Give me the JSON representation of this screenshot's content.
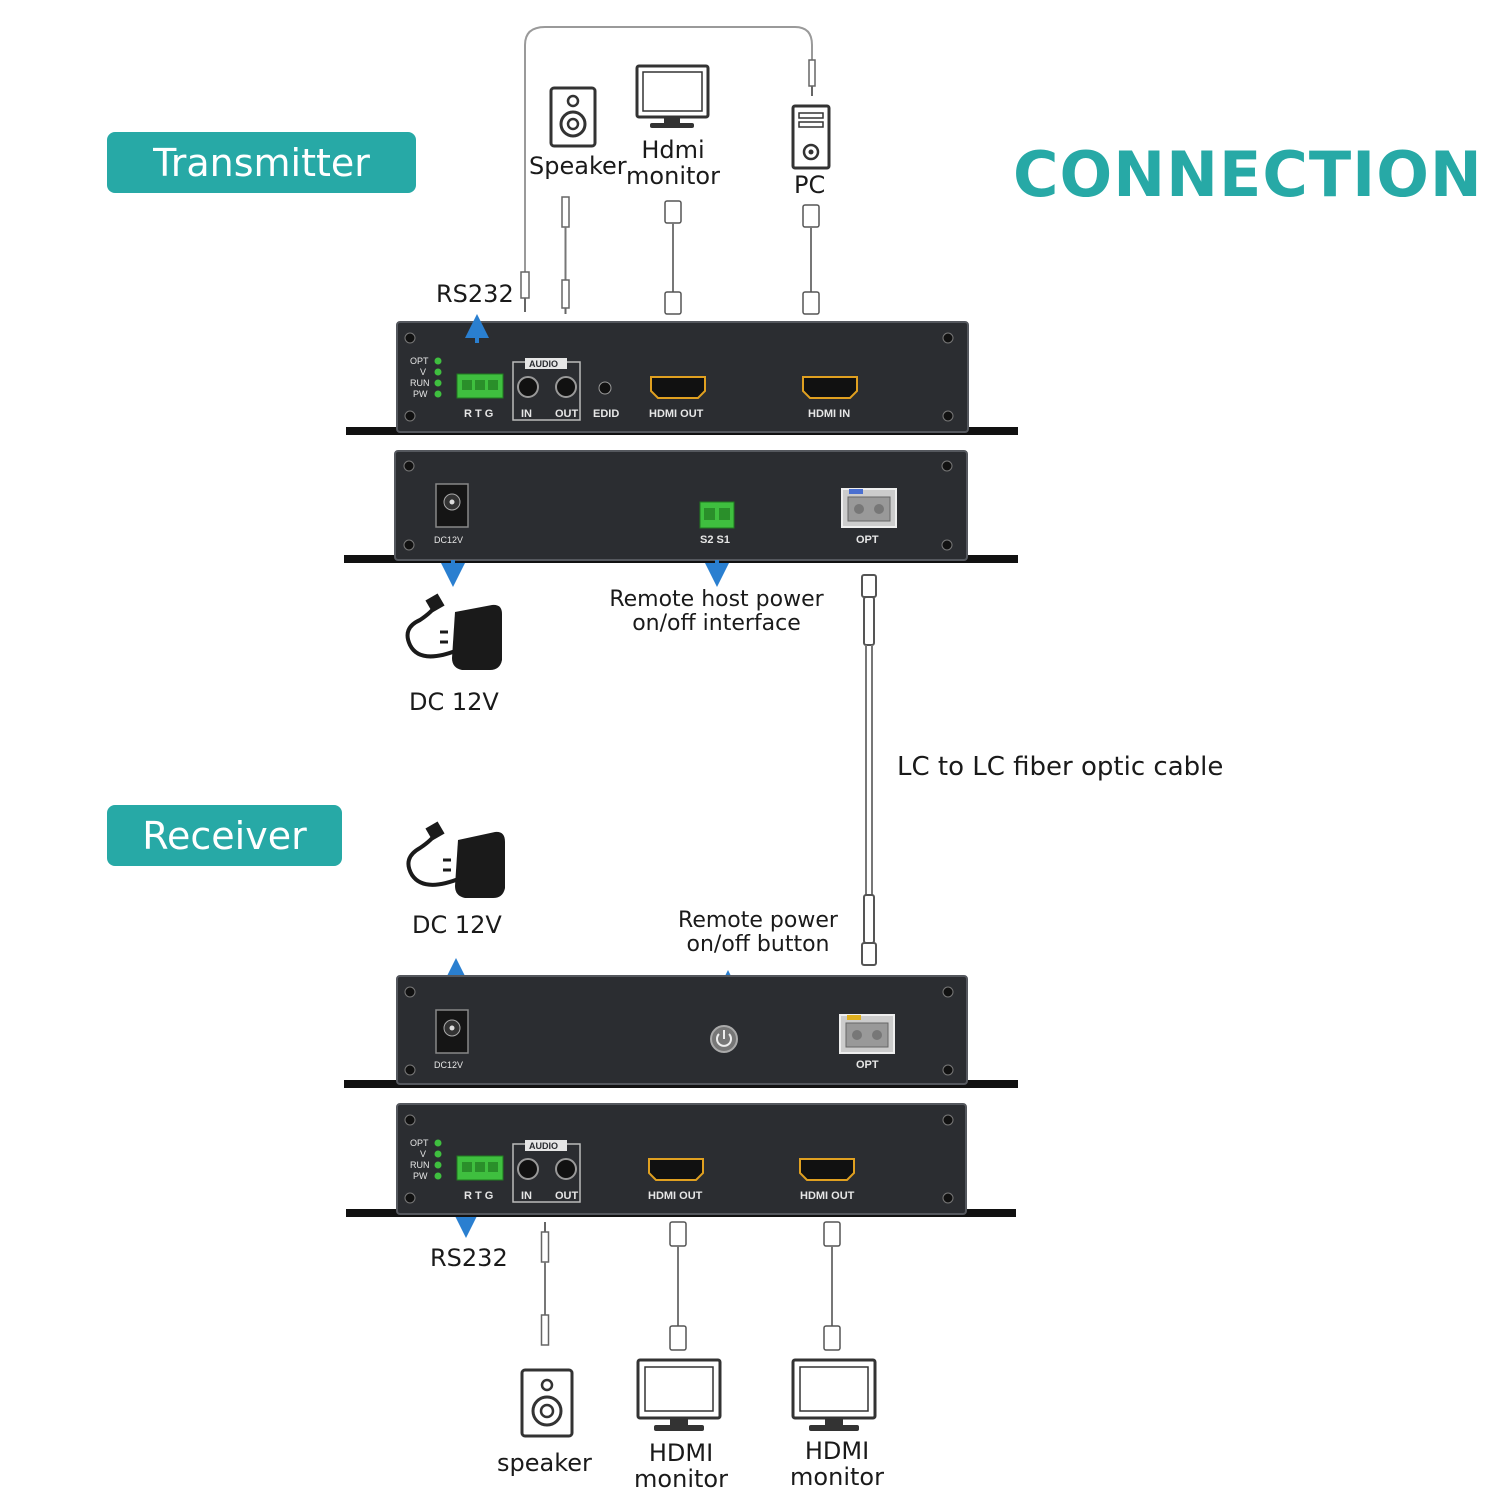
{
  "title": "CONNECTION",
  "sections": {
    "transmitter": "Transmitter",
    "receiver": "Receiver"
  },
  "colors": {
    "accent": "#27a9a6",
    "arrow": "#2a7fd0",
    "panel": "#2b2d31",
    "port_green": "#3fbf3f"
  },
  "transmitter": {
    "devices": {
      "speaker": "Speaker",
      "hdmi_monitor": "Hdmi\nmonitor",
      "pc": "PC"
    },
    "rs232": "RS232",
    "front_panel": {
      "leds": [
        "OPT",
        "V",
        "RUN",
        "PW"
      ],
      "terminal": "R T G",
      "audio": "AUDIO",
      "audio_in": "IN",
      "audio_out": "OUT",
      "edid": "EDID",
      "hdmi_out": "HDMI OUT",
      "hdmi_in": "HDMI IN"
    },
    "back_panel": {
      "dc": "DC12V",
      "terminal": "S2  S1",
      "opt": "OPT"
    },
    "power": "DC 12V",
    "remote_interface": "Remote host power\non/off interface"
  },
  "fiber_label": "LC to LC fiber optic cable",
  "receiver": {
    "power": "DC 12V",
    "remote_button": "Remote power\non/off button",
    "back_panel": {
      "dc": "DC12V",
      "opt": "OPT"
    },
    "front_panel": {
      "leds": [
        "OPT",
        "V",
        "RUN",
        "PW"
      ],
      "terminal": "R T G",
      "audio": "AUDIO",
      "audio_in": "IN",
      "audio_out": "OUT",
      "hdmi_out_1": "HDMI OUT",
      "hdmi_out_2": "HDMI OUT"
    },
    "rs232": "RS232",
    "devices": {
      "speaker": "speaker",
      "hdmi_monitor_1": "HDMI\nmonitor",
      "hdmi_monitor_2": "HDMI\nmonitor"
    }
  }
}
